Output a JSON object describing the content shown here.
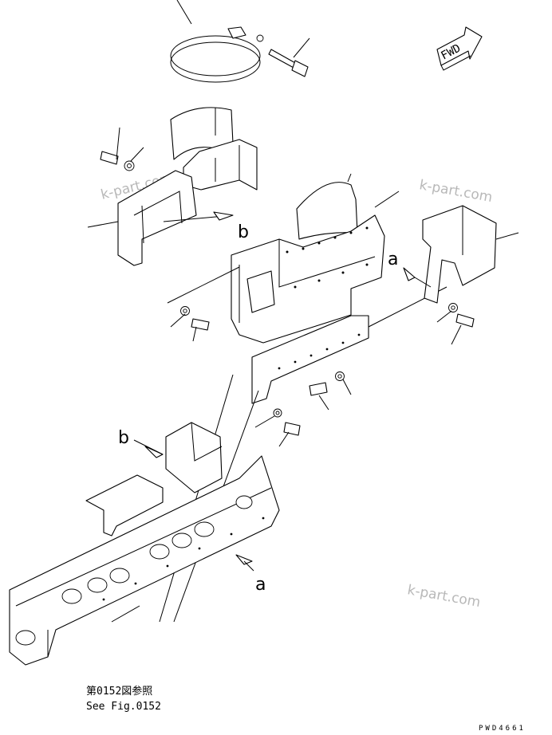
{
  "diagram": {
    "fwd_label": "FWD",
    "callout_a_top": "a",
    "callout_b_top": "b",
    "callout_a_bottom": "a",
    "callout_b_bottom": "b",
    "reference_jp": "第0152図参照",
    "reference_en": "See Fig.0152",
    "drawing_code": "PWD4661",
    "watermark_1": "k-part.com",
    "watermark_2": "k-part.com",
    "watermark_3": "k-part.com",
    "watermark_4": "k-part.com"
  }
}
